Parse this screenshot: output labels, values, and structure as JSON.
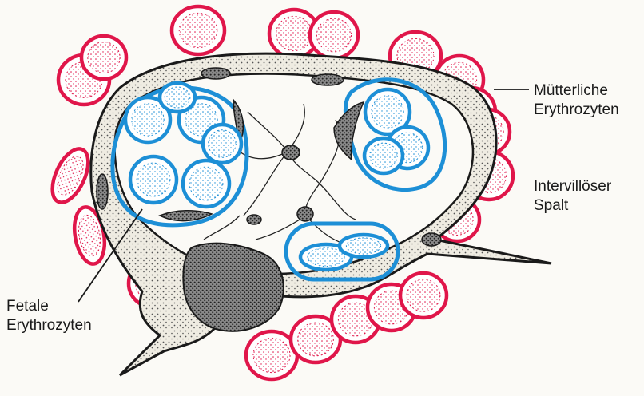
{
  "labels": {
    "maternal_rbc": [
      "Mütterliche",
      "Erythrozyten"
    ],
    "intervillous_space": [
      "Intervillöser",
      "Spalt"
    ],
    "fetal_rbc": [
      "Fetale",
      "Erythrozyten"
    ]
  },
  "colors": {
    "maternal_rbc": "#e0164a",
    "fetal_rbc": "#1d8fd6",
    "tissue_outline": "#1a1a1a",
    "tissue_fill": "#f1efe6",
    "nucleus_fill": "#6d6d6d",
    "background": "#fbfaf6"
  }
}
